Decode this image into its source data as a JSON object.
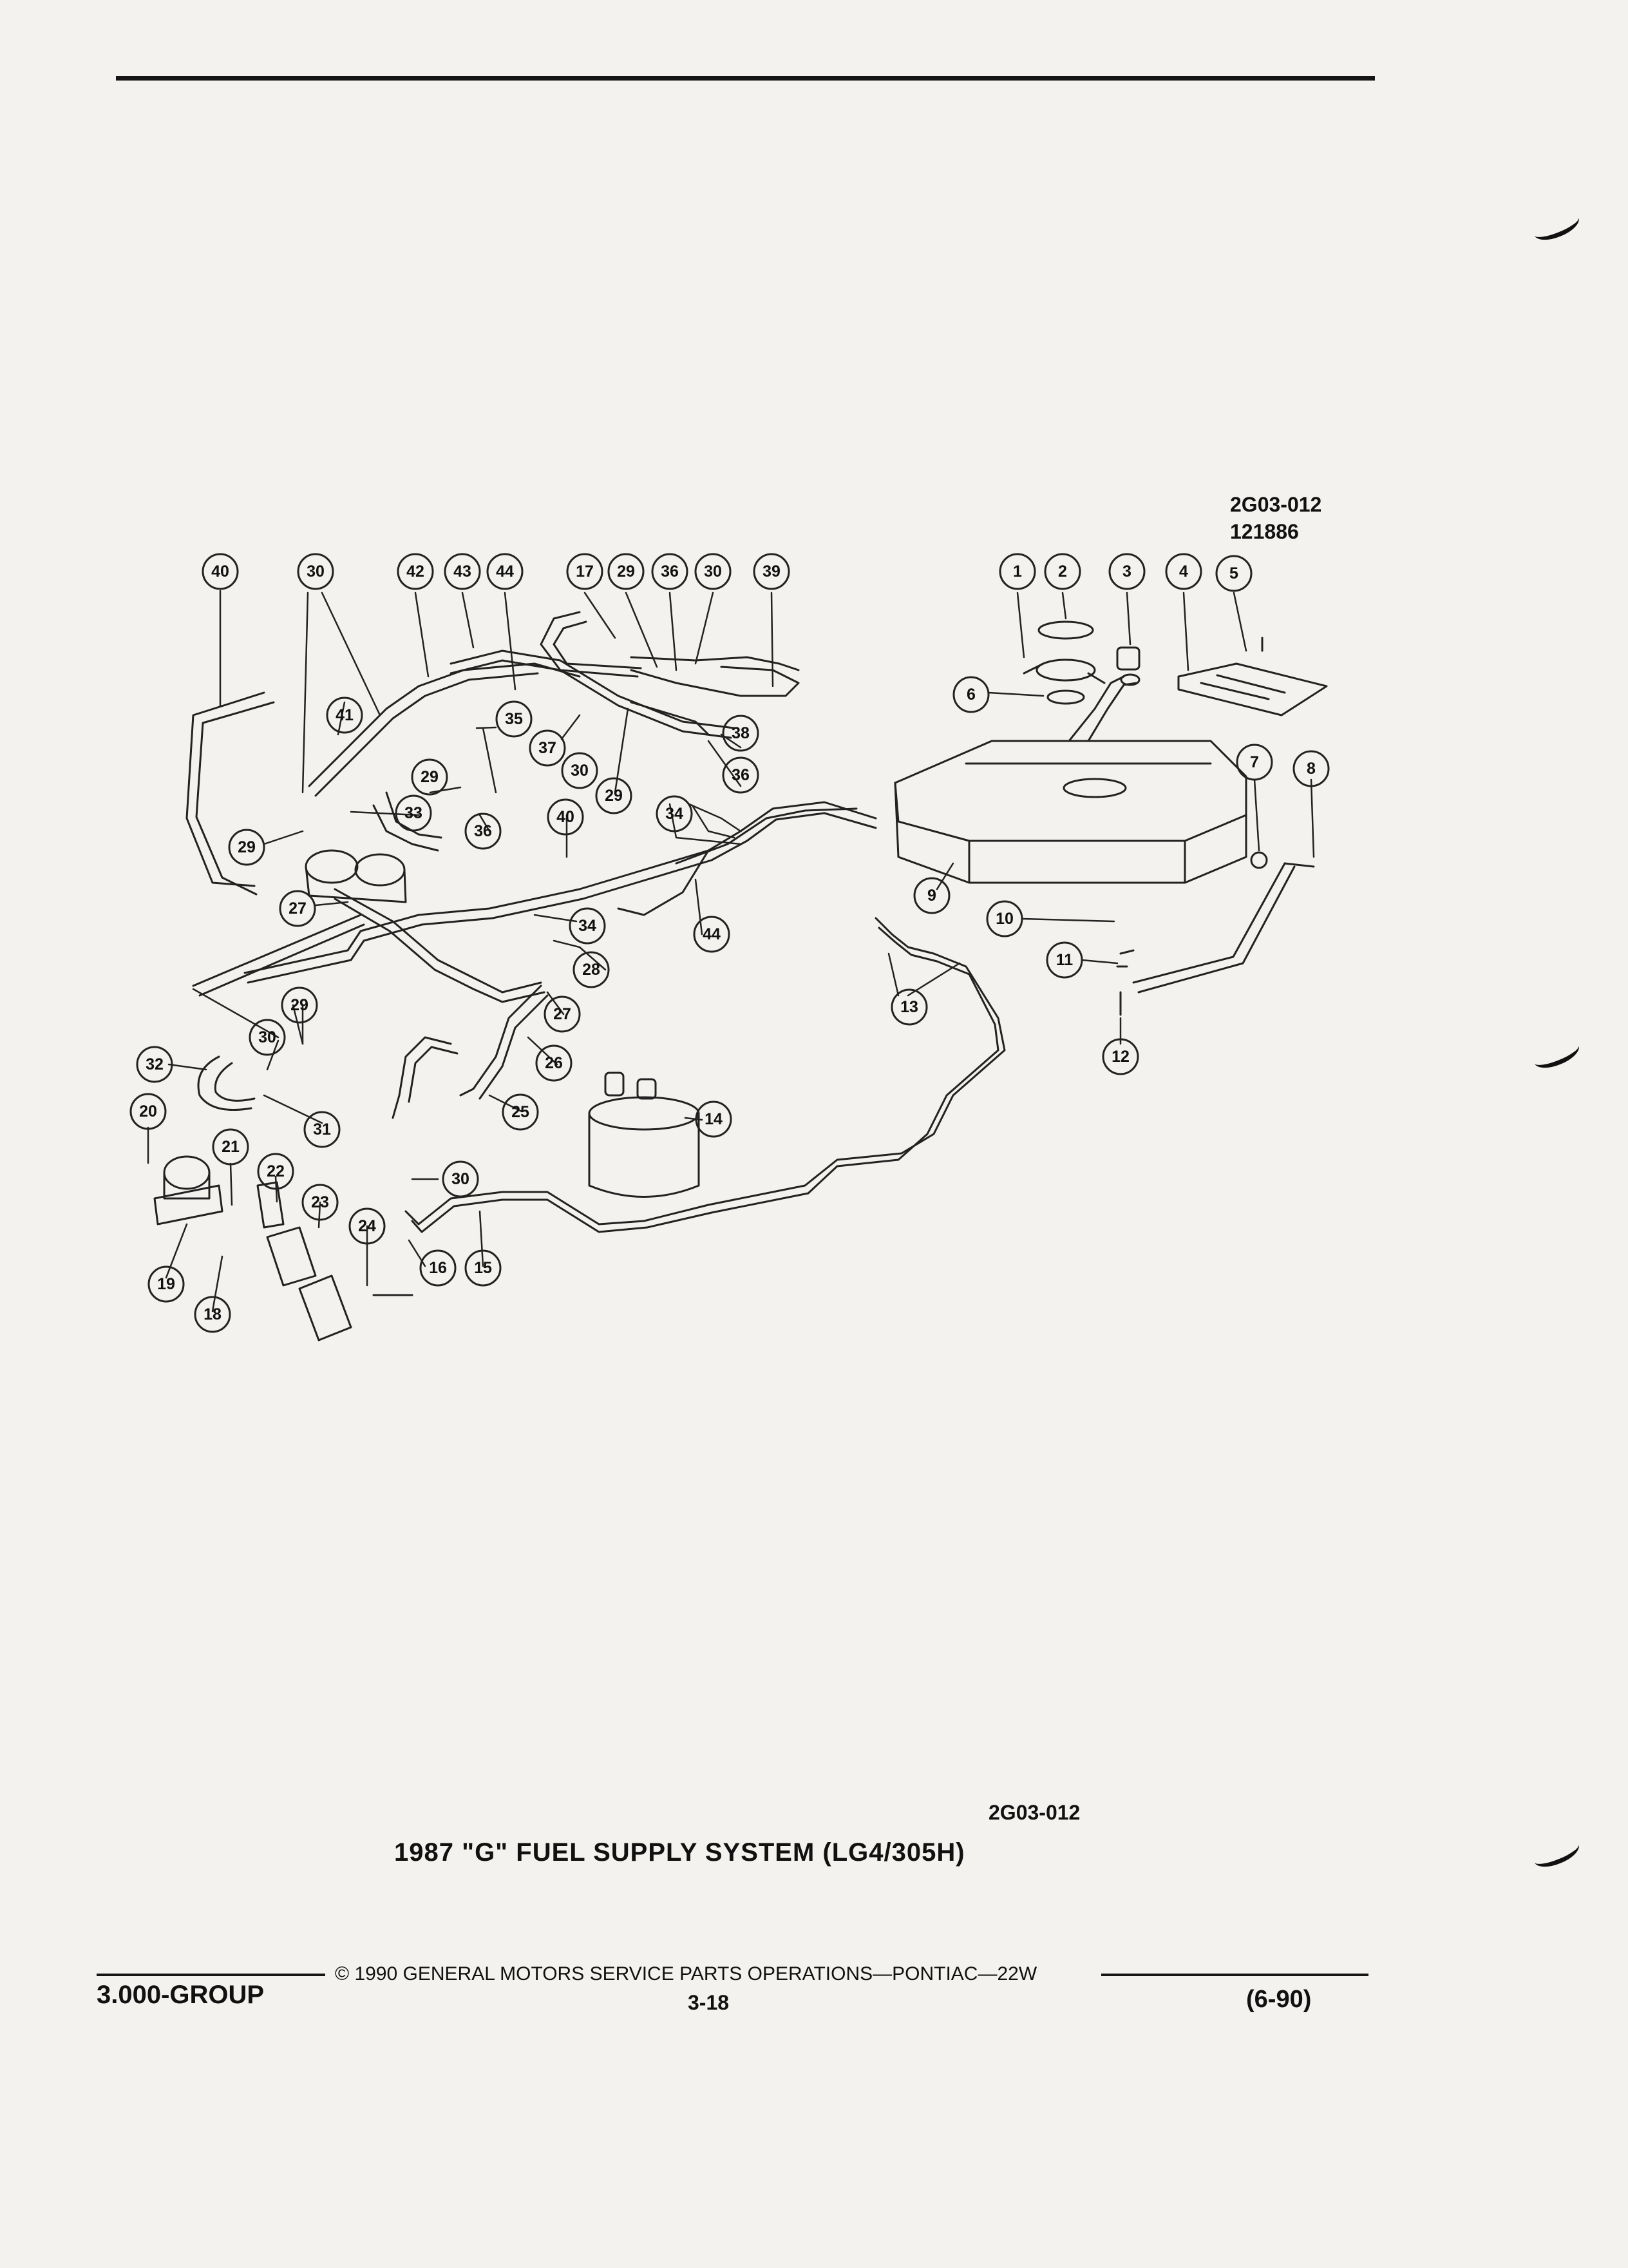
{
  "header": {
    "code": "2G03-012",
    "date_code": "121886"
  },
  "callouts": {
    "n1": "1",
    "n2": "2",
    "n3": "3",
    "n4": "4",
    "n5": "5",
    "n6": "6",
    "n7": "7",
    "n8": "8",
    "n9": "9",
    "n10": "10",
    "n11": "11",
    "n12": "12",
    "n13": "13",
    "n14": "14",
    "n15": "15",
    "n16": "16",
    "n17": "17",
    "n18": "18",
    "n19": "19",
    "n20": "20",
    "n21": "21",
    "n22": "22",
    "n23": "23",
    "n24": "24",
    "n25": "25",
    "n26": "26",
    "n27": "27",
    "n28": "28",
    "n29": "29",
    "n30": "30",
    "n31": "31",
    "n32": "32",
    "n33": "33",
    "n34": "34",
    "n35": "35",
    "n36": "36",
    "n37": "37",
    "n38": "38",
    "n39": "39",
    "n40": "40",
    "n41": "41",
    "n42": "42",
    "n43": "43",
    "n44": "44"
  },
  "figure": {
    "code": "2G03-012",
    "title": "1987 \"G\" FUEL SUPPLY SYSTEM (LG4/305H)"
  },
  "footer": {
    "copyright": "©  1990  GENERAL MOTORS SERVICE PARTS OPERATIONS—PONTIAC—22W",
    "group": "3.000-GROUP",
    "page": "3-18",
    "date": "(6-90)"
  }
}
